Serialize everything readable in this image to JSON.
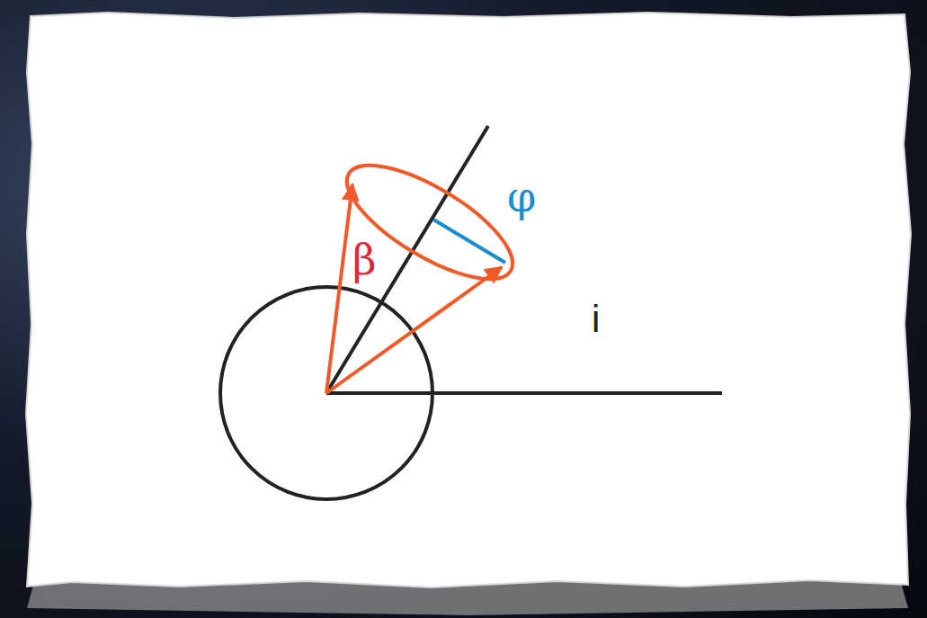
{
  "diagram": {
    "labels": [
      "φ",
      "β",
      "i"
    ]
  }
}
